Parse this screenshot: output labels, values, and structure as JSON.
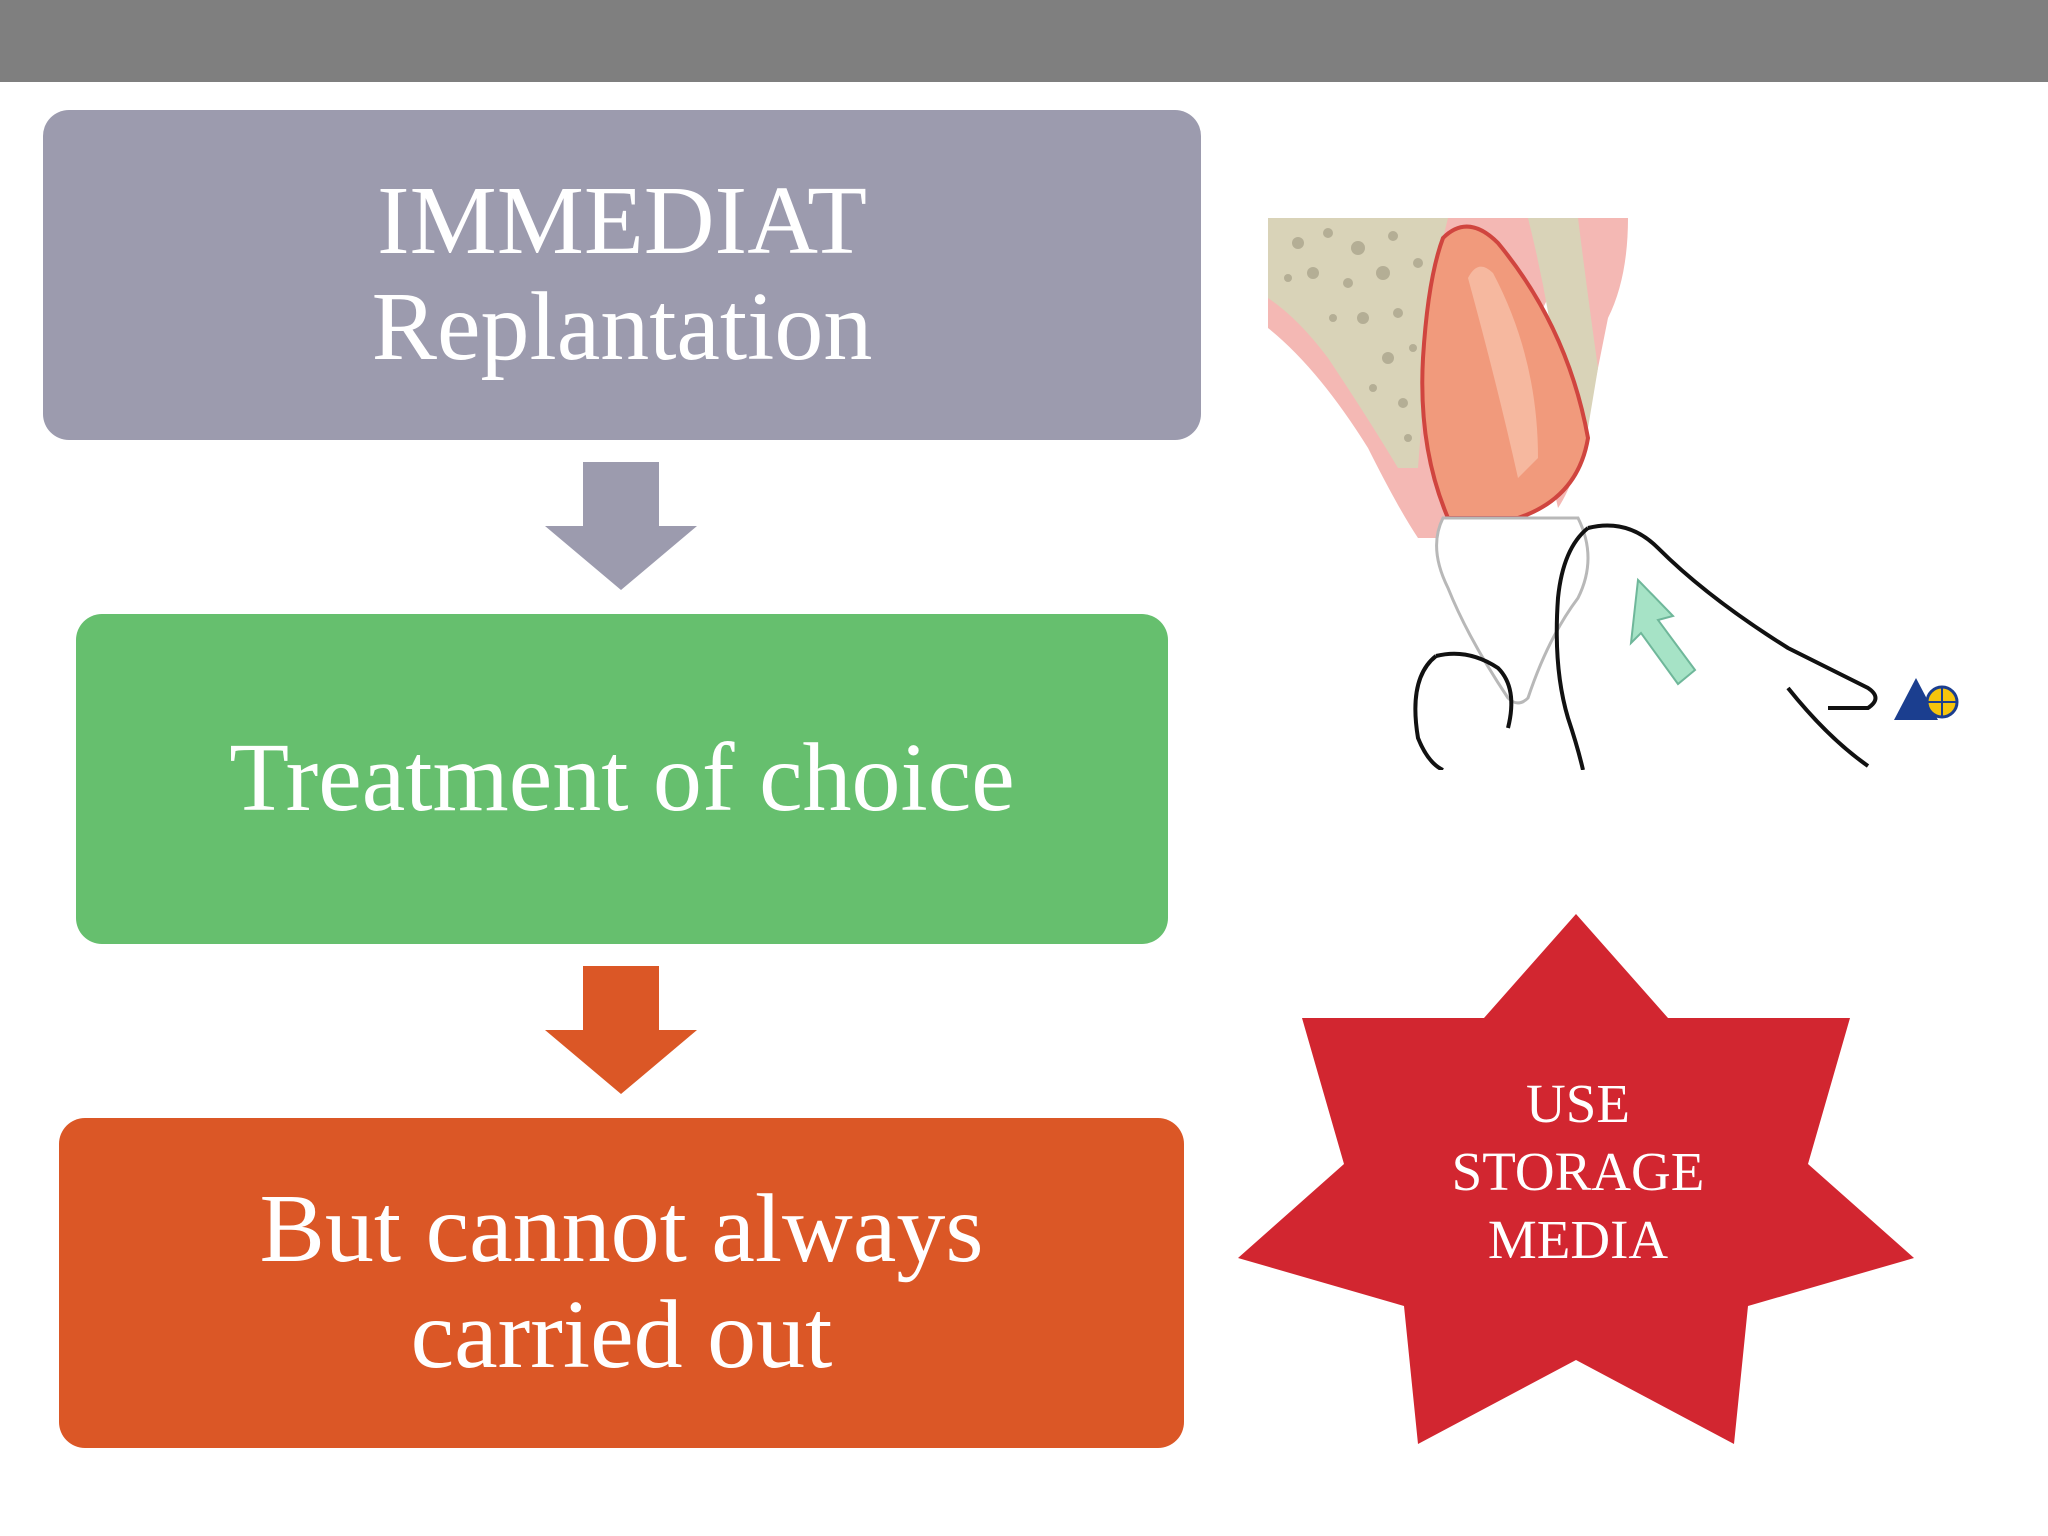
{
  "flowchart": {
    "step1": {
      "line1": "IMMEDIAT",
      "line2": "Replantation",
      "color": "#9c9bae"
    },
    "step2": {
      "line1": "Treatment of choice",
      "color": "#66bf6e"
    },
    "step3": {
      "line1": "But cannot always",
      "line2": "carried out",
      "color": "#db5726"
    }
  },
  "callout": {
    "line1": "USE",
    "line2": "STORAGE",
    "line3": "MEDIA",
    "color": "#d22630"
  },
  "illustration": {
    "icon": "tooth-replantation-illustration"
  }
}
